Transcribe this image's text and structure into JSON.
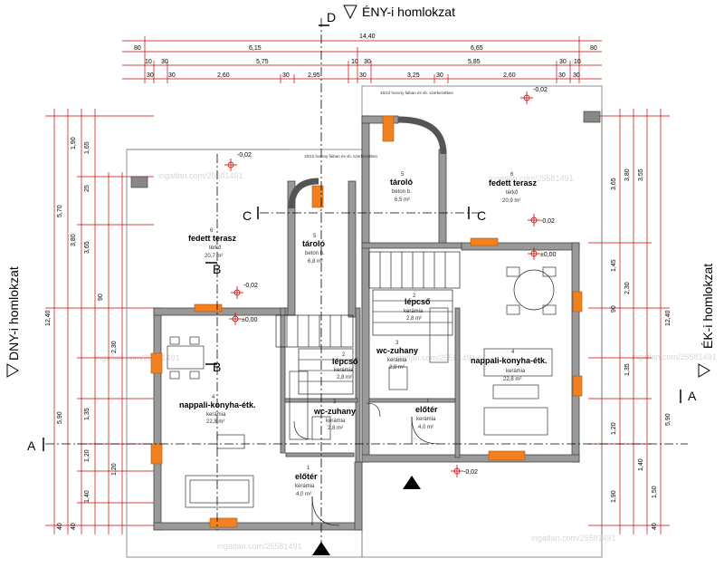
{
  "headings": {
    "north": "ÉNY-i homlokzat",
    "west": "DNY-i homlokzat",
    "east": "ÉK-i homlokzat"
  },
  "section_marks": {
    "A": "A",
    "B": "B",
    "C": "C",
    "D": "D"
  },
  "dims_top": {
    "row1": [
      "14,40"
    ],
    "row2": [
      "80",
      "6,15",
      "6,65",
      "80"
    ],
    "row3": [
      "10",
      "30",
      "5,75",
      "10",
      "30",
      "5,85",
      "30",
      "10"
    ],
    "row4": [
      "30",
      "30",
      "2,60",
      "30",
      "2,95",
      "30",
      "3,25",
      "30",
      "2,60",
      "30",
      "30"
    ]
  },
  "dims_left": [
    "5,70",
    "12,40",
    "3,80",
    "1,90",
    "1,65",
    "3,65",
    "25",
    "90",
    "2,30",
    "1,35",
    "5,90",
    "1,20",
    "1,20",
    "1,40",
    "40",
    "40"
  ],
  "dims_right": [
    "3,80",
    "3,55",
    "12,40",
    "3,65",
    "1,45",
    "2,30",
    "90",
    "1,35",
    "5,90",
    "1,20",
    "1,40",
    "1,50",
    "1,90",
    "40"
  ],
  "rooms": [
    {
      "num": "6",
      "name": "fedett terasz",
      "mat": "térkő",
      "area": "20,7 m²"
    },
    {
      "num": "6",
      "name": "fedett terasz",
      "mat": "térkő",
      "area": "20,9 m²"
    },
    {
      "num": "5",
      "name": "tároló",
      "mat": "beton b.",
      "area": "6,8 m²"
    },
    {
      "num": "5",
      "name": "tároló",
      "mat": "beton b.",
      "area": "6,5 m²"
    },
    {
      "num": "4",
      "name": "nappali-konyha-étk.",
      "mat": "kerámia",
      "area": "22,8 m²"
    },
    {
      "num": "4",
      "name": "nappali-konyha-étk.",
      "mat": "kerámia",
      "area": "22,8 m²"
    },
    {
      "num": "3",
      "name": "wc-zuhany",
      "mat": "kerámia",
      "area": "2,8 m²"
    },
    {
      "num": "3",
      "name": "wc-zuhany",
      "mat": "kerámia",
      "area": "2,8 m²"
    },
    {
      "num": "2",
      "name": "lépcső",
      "mat": "kerámia",
      "area": "2,8 m²"
    },
    {
      "num": "2",
      "name": "lépcső",
      "mat": "kerámia",
      "area": "2,8 m²"
    },
    {
      "num": "1",
      "name": "előtér",
      "mat": "kerámia",
      "area": "4,0 m²"
    },
    {
      "num": "1",
      "name": "előtér",
      "mat": "kerámia",
      "area": "4,0 m²"
    }
  ],
  "levels": [
    "-0,02",
    "-0,02",
    "-0,02",
    "-0,02",
    "±0,00",
    "±0,00",
    "-0,02"
  ],
  "notes": [
    "15/12 horony faiban és vb. szerkezetben",
    "15/12 horony faiban és vb. szerkezetben"
  ],
  "watermark": "ingatlan.com/25581491",
  "colors": {
    "wall": "#666666",
    "dim": "#cc0000",
    "window": "#f08020",
    "line": "#000000"
  }
}
